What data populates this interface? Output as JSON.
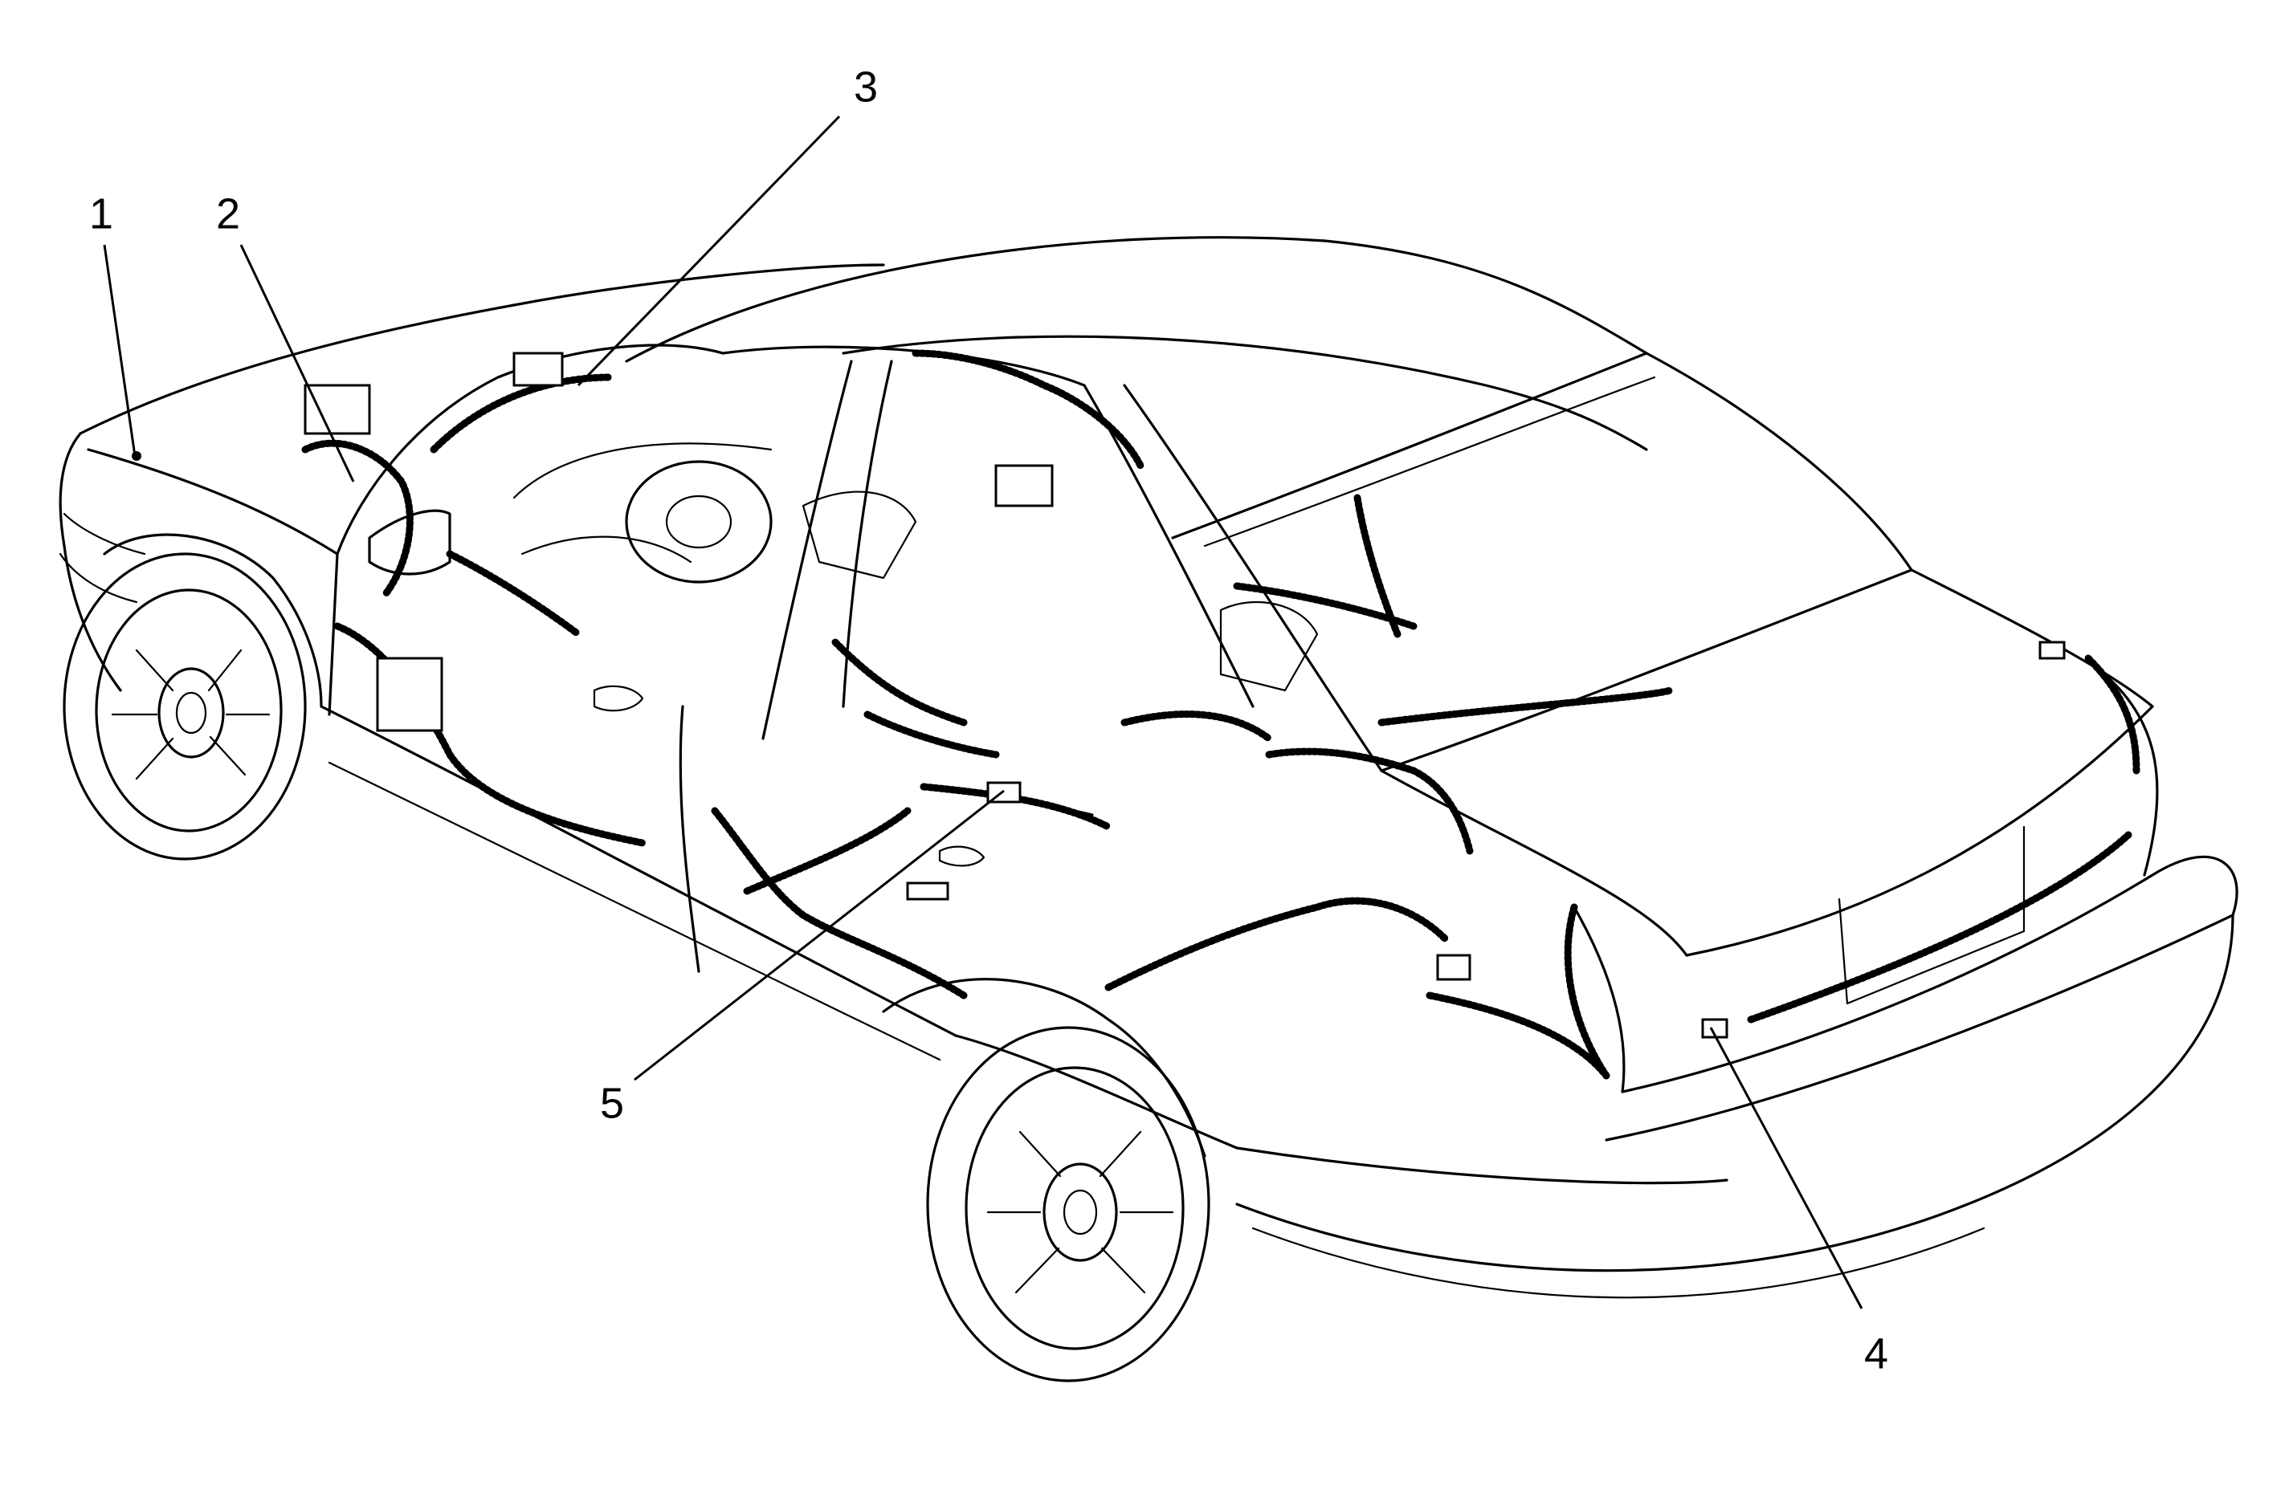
{
  "diagram": {
    "callouts": [
      {
        "id": "1",
        "label": "1"
      },
      {
        "id": "2",
        "label": "2"
      },
      {
        "id": "3",
        "label": "3"
      },
      {
        "id": "4",
        "label": "4"
      },
      {
        "id": "5",
        "label": "5"
      }
    ]
  },
  "colors": {
    "ink": "#000000",
    "paper": "#ffffff"
  },
  "icons": {
    "vehicle": "sedan-wiring-illustration"
  }
}
